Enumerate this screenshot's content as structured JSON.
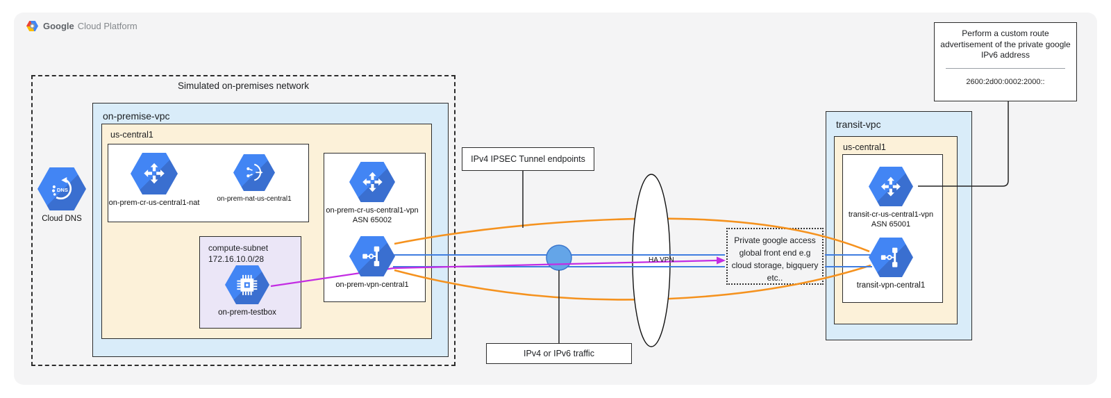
{
  "brand": {
    "google": "Google",
    "suffix": "Cloud Platform"
  },
  "colors": {
    "canvas_gray": "#f4f4f5",
    "vpc_blue_fill": "#d9ecf9",
    "region_tan_fill": "#fcf1d9",
    "subnet_purple_fill": "#ebe6f7",
    "gcp_icon_blue": "#4285f4",
    "tunnel_orange": "#f5921e",
    "traffic_blue": "#3f7de0",
    "traffic_purple": "#c32ce3",
    "junction_circle_blue": "#64a5e8"
  },
  "icons": {
    "gcp_logo": "gcp-hexagon-logo",
    "cloud_dns": "cloud-dns-icon",
    "cloud_router": "cloud-router-icon",
    "cloud_nat": "cloud-nat-icon",
    "vpn_gateway": "vpn-gateway-icon",
    "compute_engine": "compute-engine-icon"
  },
  "onprem": {
    "outer_label": "Simulated on-premises network",
    "vpc_label": "on-premise-vpc",
    "region_label": "us-central1",
    "dns_label": "Cloud DNS",
    "router_nat_label": "on-prem-cr-us-central1-nat",
    "nat_label": "on-prem-nat-us-central1",
    "vpn_router_label": "on-prem-cr-us-central1-vpn",
    "vpn_router_asn": "ASN 65002",
    "vpn_gw_label": "on-prem-vpn-central1",
    "subnet_title": "compute-subnet",
    "subnet_cidr": "172.16.10.0/28",
    "vm_label": "on-prem-testbox"
  },
  "middle": {
    "ipsec_label": "IPv4 IPSEC Tunnel endpoints",
    "traffic_label": "IPv4 or IPv6 traffic",
    "ha_vpn_label": "HA VPN",
    "pga_line1": "Private google access",
    "pga_line2": "global front end e.g",
    "pga_line3": "cloud storage, bigquery",
    "pga_line4": "etc.."
  },
  "transit": {
    "vpc_label": "transit-vpc",
    "region_label": "us-central1",
    "router_label": "transit-cr-us-central1-vpn",
    "router_asn": "ASN 65001",
    "vpn_gw_label": "transit-vpn-central1"
  },
  "callout": {
    "line1": "Perform a custom route",
    "line2": "advertisement of the private google",
    "line3": "IPv6 address",
    "address": "2600:2d00:0002:2000::"
  }
}
